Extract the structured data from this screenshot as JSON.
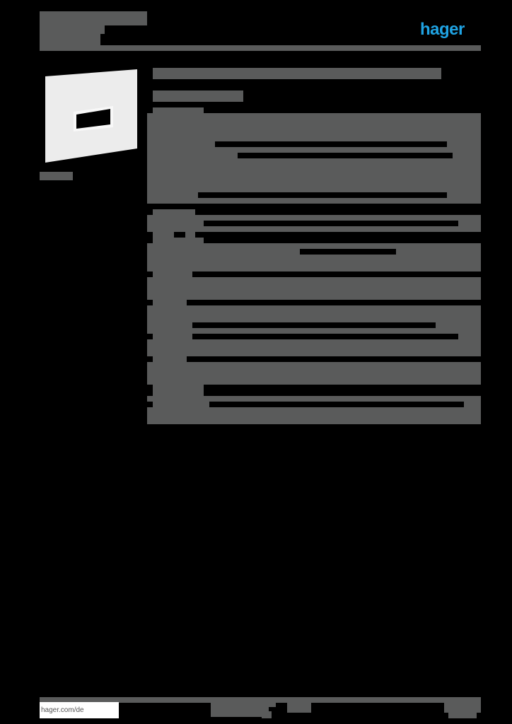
{
  "document": {
    "type": "product datasheet (redacted)",
    "brand": {
      "logo_text": "hager",
      "logo_color": "#1fa3e3"
    },
    "header": {
      "title_lines": [
        "[redacted]",
        "[redacted]",
        "[redacted]"
      ]
    },
    "product_image": {
      "description": "white cover plate with rectangular cutout",
      "caption": "[redacted]"
    },
    "main": {
      "heading": "[redacted]",
      "subheading": "[redacted]",
      "sections": [
        {
          "title": "[redacted]",
          "rows": 6
        },
        {
          "title": "[redacted]",
          "rows": 1
        },
        {
          "title": "[redacted]",
          "rows": 2
        },
        {
          "title": "[redacted]",
          "rows": 1
        },
        {
          "title": "[redacted]",
          "rows": 3
        },
        {
          "title": "[redacted]",
          "rows": 1
        },
        {
          "title": "[redacted]",
          "rows": 2
        }
      ]
    },
    "footer": {
      "website": "hager.com/de",
      "center_text": "[redacted]",
      "page_info": "[redacted]"
    },
    "colors": {
      "background": "#000000",
      "redaction_gray": "#5a5b5b",
      "brand_blue": "#1fa3e3"
    }
  }
}
